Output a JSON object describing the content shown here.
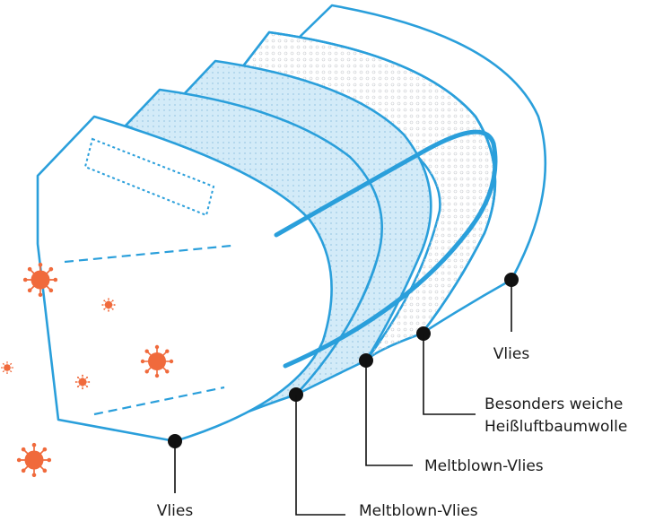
{
  "labels": {
    "outer_vlies": "Vlies",
    "meltblown_1": "Meltblown-Vlies",
    "meltblown_2": "Meltblown-Vlies",
    "cotton_line1": "Besonders weiche",
    "cotton_line2": "Heißluftbaumwolle",
    "inner_vlies": "Vlies"
  },
  "colors": {
    "mask_stroke": "#2a9fdb",
    "meltblown_fill": "#cfe9f7",
    "virus": "#f06a3c",
    "leader": "#111111"
  },
  "icons": [
    "virus-icon"
  ]
}
